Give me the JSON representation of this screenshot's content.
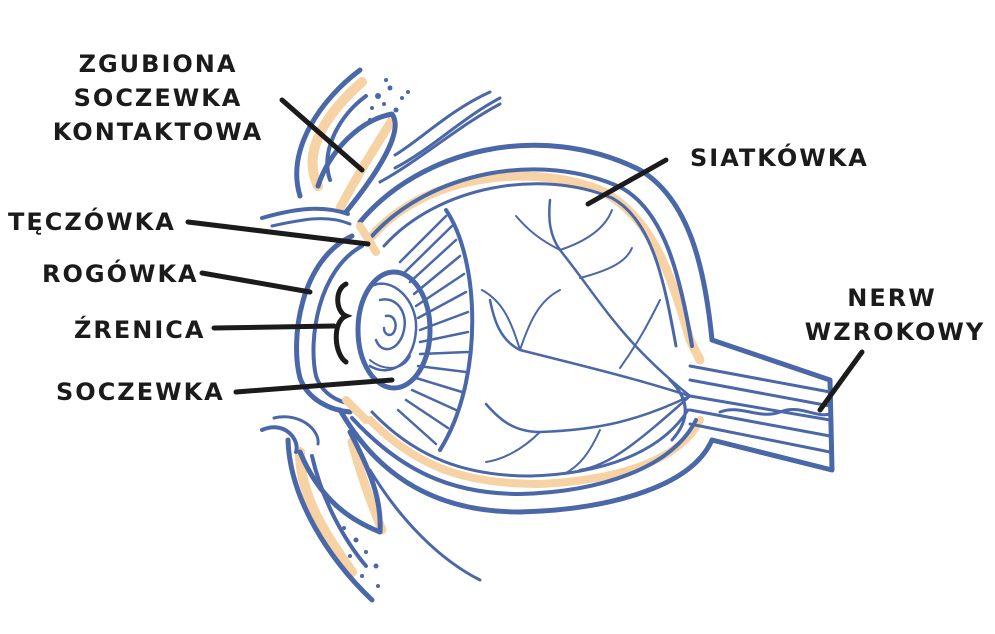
{
  "diagram": {
    "colors": {
      "outline": "#4a67a8",
      "tissue": "#f6d2a4",
      "label": "#1b1b1b",
      "background": "#ffffff"
    },
    "labels": {
      "lost_contact_lens": [
        "ZGUBIONA",
        "SOCZEWKA",
        "KONTAKTOWA"
      ],
      "iris": "TĘCZÓWKA",
      "cornea": "ROGÓWKA",
      "pupil": "ŹRENICA",
      "lens": "SOCZEWKA",
      "retina": "SIATKÓWKA",
      "optic_nerve": [
        "NERW",
        "WZROKOWY"
      ]
    }
  }
}
